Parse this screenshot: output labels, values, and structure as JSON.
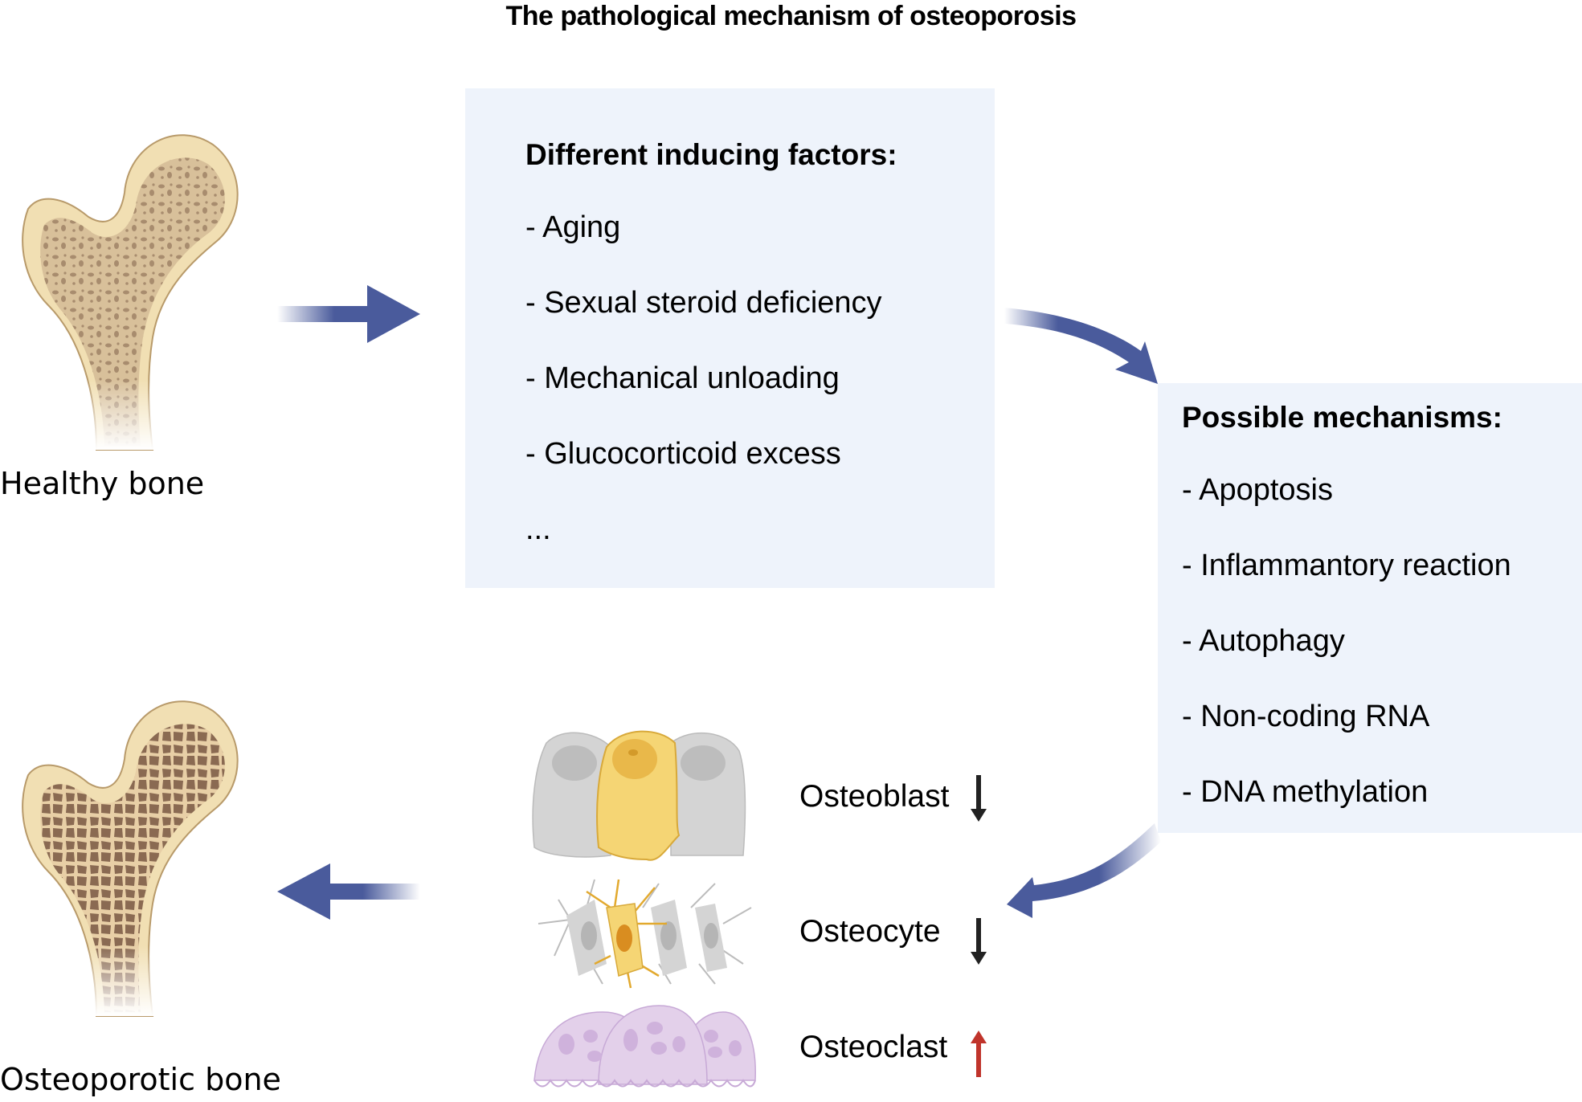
{
  "title": "The pathological mechanism of osteoporosis",
  "bones": {
    "healthy": {
      "label": "Healthy bone",
      "icon": "healthy-femur-icon"
    },
    "osteoporotic": {
      "label": "Osteoporotic bone",
      "icon": "osteoporotic-femur-icon"
    }
  },
  "inducing_factors": {
    "heading": "Different inducing factors:",
    "items": [
      "- Aging",
      "- Sexual steroid deficiency",
      "- Mechanical unloading",
      "- Glucocorticoid excess",
      "..."
    ]
  },
  "mechanisms": {
    "heading": "Possible mechanisms:",
    "items": [
      "- Apoptosis",
      "- Inflammantory reaction",
      "- Autophagy",
      "- Non-coding RNA",
      "- DNA methylation"
    ]
  },
  "cells": [
    {
      "label": "Osteoblast",
      "trend": "down",
      "trend_icon": "down-arrow-icon"
    },
    {
      "label": "Osteocyte",
      "trend": "down",
      "trend_icon": "down-arrow-icon"
    },
    {
      "label": "Osteoclast",
      "trend": "up",
      "trend_icon": "up-arrow-icon"
    }
  ],
  "colors": {
    "arrow": "#4a5b9c",
    "box_bg": "#eef3fb",
    "bone_outer": "#f1dfb3",
    "bone_inner": "#d8c09a",
    "trabecula_healthy": "#a88c6e",
    "trabecula_osteoporotic": "#8a6a52",
    "highlight_cell": "#f5d574",
    "gray_cell": "#d4d4d4",
    "osteoclast": "#e3d0ea",
    "down_arrow": "#222222",
    "up_arrow": "#c0342b"
  }
}
